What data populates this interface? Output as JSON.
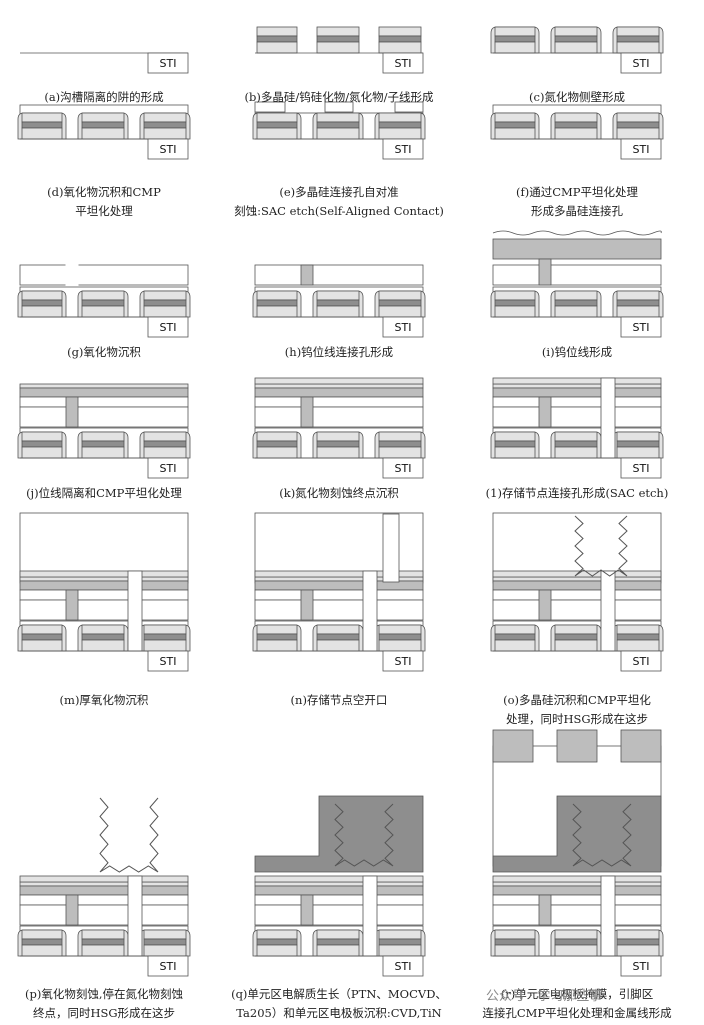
{
  "sti_label": "STI",
  "watermark": "公众号 · 学习那些事",
  "panels": [
    {
      "id": "a",
      "lines": [
        "(a)沟槽隔离的阱的形成"
      ]
    },
    {
      "id": "b",
      "lines": [
        "(b)多晶硅/钨硅化物/氮化物/子线形成"
      ]
    },
    {
      "id": "c",
      "lines": [
        "(c)氮化物侧壁形成"
      ]
    },
    {
      "id": "d",
      "lines": [
        "(d)氧化物沉积和CMP",
        "平坦化处理"
      ]
    },
    {
      "id": "e",
      "lines": [
        "(e)多晶硅连接孔自对准",
        "刻蚀:SAC etch(Self-Aligned Contact)"
      ]
    },
    {
      "id": "f",
      "lines": [
        "(f)通过CMP平坦化处理",
        "形成多晶硅连接孔"
      ]
    },
    {
      "id": "g",
      "lines": [
        "(g)氧化物沉积"
      ]
    },
    {
      "id": "h",
      "lines": [
        "(h)钨位线连接孔形成"
      ]
    },
    {
      "id": "i",
      "lines": [
        "(i)钨位线形成"
      ]
    },
    {
      "id": "j",
      "lines": [
        "(j)位线隔离和CMP平坦化处理"
      ]
    },
    {
      "id": "k",
      "lines": [
        "(k)氮化物刻蚀终点沉积"
      ]
    },
    {
      "id": "l",
      "lines": [
        "(1)存储节点连接孔形成(SAC etch)"
      ]
    },
    {
      "id": "m",
      "lines": [
        "(m)厚氧化物沉积"
      ]
    },
    {
      "id": "n",
      "lines": [
        "(n)存储节点空开口"
      ]
    },
    {
      "id": "o",
      "lines": [
        "(o)多晶硅沉积和CMP平坦化",
        "处理，同时HSG形成在这步"
      ]
    },
    {
      "id": "p",
      "lines": [
        "(p)氧化物刻蚀,停在氮化物刻蚀",
        "终点，同时HSG形成在这步"
      ]
    },
    {
      "id": "q",
      "lines": [
        "(q)单元区电解质生长（PTN、MOCVD、",
        "Ta205）和单元区电极板沉积:CVD,TiN"
      ]
    },
    {
      "id": "r",
      "lines": [
        "(r)单元区电极板掩膜，引脚区",
        "连接孔CMP平坦化处理和金属线形成"
      ]
    }
  ]
}
